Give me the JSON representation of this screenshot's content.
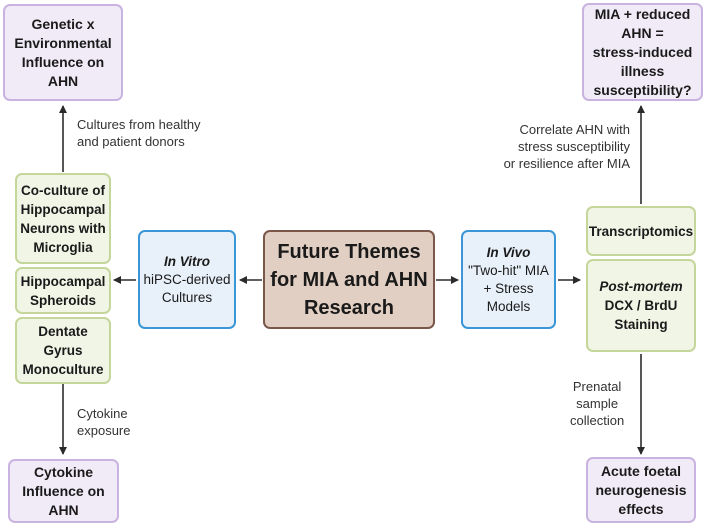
{
  "central": {
    "lines": [
      "Future Themes",
      "for MIA and AHN",
      "Research"
    ]
  },
  "in_vitro": {
    "italic": "In Vitro",
    "lines": [
      "hiPSC-derived",
      "Cultures"
    ]
  },
  "in_vivo": {
    "italic": "In Vivo",
    "lines": [
      "\"Two-hit\" MIA",
      "+ Stress",
      "Models"
    ]
  },
  "left_column": [
    {
      "lines": [
        "Co-culture of",
        "Hippocampal",
        "Neurons with",
        "Microglia"
      ]
    },
    {
      "lines": [
        "Hippocampal",
        "Spheroids"
      ]
    },
    {
      "lines": [
        "Dentate",
        "Gyrus",
        "Monoculture"
      ]
    }
  ],
  "right_column": {
    "transcriptomics": "Transcriptomics",
    "postmortem": {
      "italic": "Post-mortem",
      "lines": [
        "DCX / BrdU",
        "Staining"
      ]
    }
  },
  "outcomes": {
    "genetic": {
      "lines": [
        "Genetic x",
        "Environmental",
        "Influence on AHN"
      ]
    },
    "cytokine": {
      "lines": [
        "Cytokine",
        "Influence on",
        "AHN"
      ]
    },
    "mia_reduced": {
      "lines": [
        "MIA + reduced",
        "AHN =",
        "stress-induced",
        "illness",
        "susceptibility?"
      ]
    },
    "acute": {
      "lines": [
        "Acute foetal",
        "neurogenesis",
        "effects"
      ]
    }
  },
  "arrow_labels": {
    "cultures": [
      "Cultures from healthy",
      "and patient donors"
    ],
    "cytokine_exposure": [
      "Cytokine",
      "exposure"
    ],
    "correlate": [
      "Correlate AHN with",
      "stress susceptibility",
      "or resilience after MIA"
    ],
    "prenatal": [
      "Prenatal",
      "sample",
      "collection"
    ]
  },
  "colors": {
    "outcome_fill": "#f1ebf7",
    "outcome_border": "#c9b3e0",
    "method_fill": "#f1f5e6",
    "method_border": "#c4d69a",
    "model_fill": "#e8f1fa",
    "model_border": "#3a96d6",
    "central_fill": "#e2cfc3",
    "central_border": "#7a5748",
    "arrow": "#2b2b2b"
  }
}
